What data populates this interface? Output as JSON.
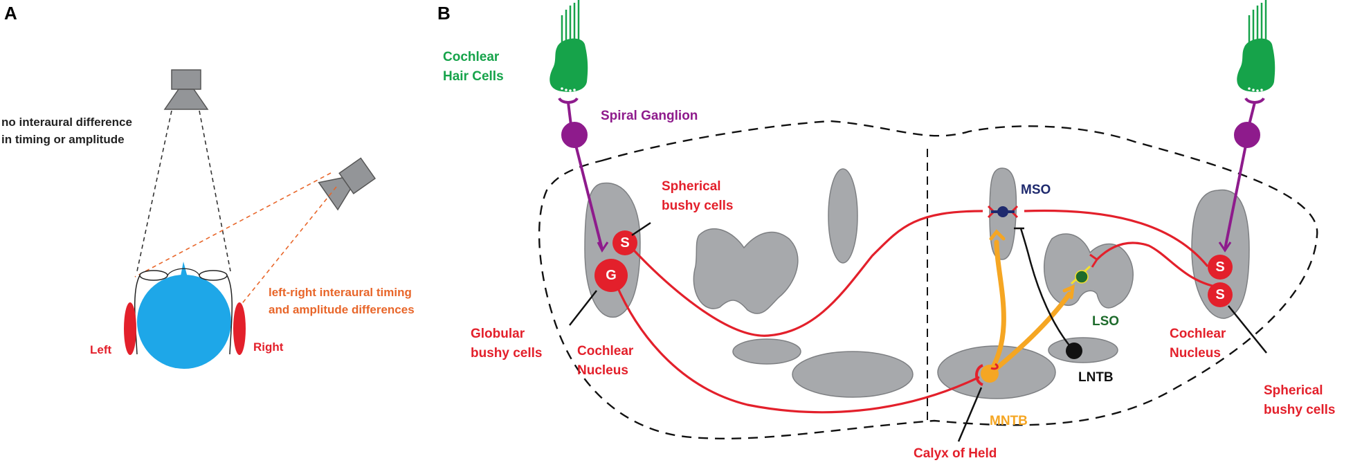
{
  "panel_a": {
    "letter": "A",
    "centre_caption": [
      "no interaural difference",
      "in timing or amplitude"
    ],
    "side_caption": [
      "left-right interaural timing",
      "and amplitude differences"
    ],
    "left_label": "Left",
    "right_label": "Right"
  },
  "panel_b": {
    "letter": "B",
    "hair_cells": [
      "Cochlear",
      "Hair Cells"
    ],
    "spiral_ganglion": "Spiral Ganglion",
    "spherical_left": [
      "Spherical",
      "bushy cells"
    ],
    "globular": [
      "Globular",
      "bushy cells"
    ],
    "cn_left": [
      "Cochlear",
      "Nucleus"
    ],
    "mso": "MSO",
    "lso": "LSO",
    "lntb": "LNTB",
    "mntb": "MNTB",
    "calyx": "Calyx of Held",
    "cn_right": [
      "Cochlear",
      "Nucleus"
    ],
    "spherical_right": [
      "Spherical",
      "bushy cells"
    ],
    "cell_s": "S",
    "cell_g": "G"
  },
  "colors": {
    "red": "#e3202b",
    "green": "#16a34a",
    "purple": "#8e1b8c",
    "orange": "#f5a623",
    "navy": "#1f2a6e",
    "dark_green": "#1e6b2c",
    "gray_fill": "#a7a9ac",
    "gray_stroke": "#7d7f82",
    "head_blue": "#1ea7e8"
  }
}
